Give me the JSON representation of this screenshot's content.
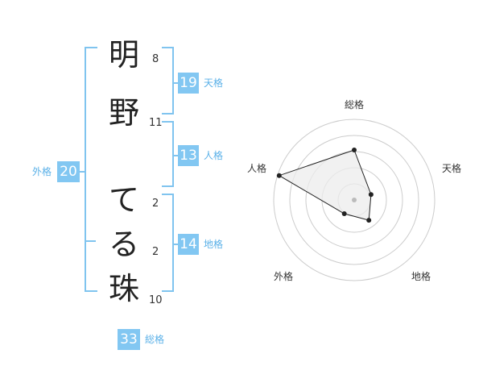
{
  "name": {
    "chars": [
      "明",
      "野",
      "て",
      "る",
      "珠"
    ],
    "strokes": [
      "8",
      "11",
      "2",
      "2",
      "10"
    ]
  },
  "kakusu": {
    "tenkaku": {
      "value": "19",
      "label": "天格"
    },
    "jinkaku": {
      "value": "13",
      "label": "人格"
    },
    "chikaku": {
      "value": "14",
      "label": "地格"
    },
    "gaikaku": {
      "value": "20",
      "label": "外格"
    },
    "soukaku": {
      "value": "33",
      "label": "総格"
    }
  },
  "radar": {
    "axes": [
      "総格",
      "天格",
      "地格",
      "外格",
      "人格"
    ],
    "values": [
      0.62,
      0.22,
      0.31,
      0.21,
      0.98
    ],
    "colors": {
      "fill": "#ececec",
      "stroke": "#222222",
      "grid": "#cccccc",
      "center": "#bbbbbb"
    }
  }
}
